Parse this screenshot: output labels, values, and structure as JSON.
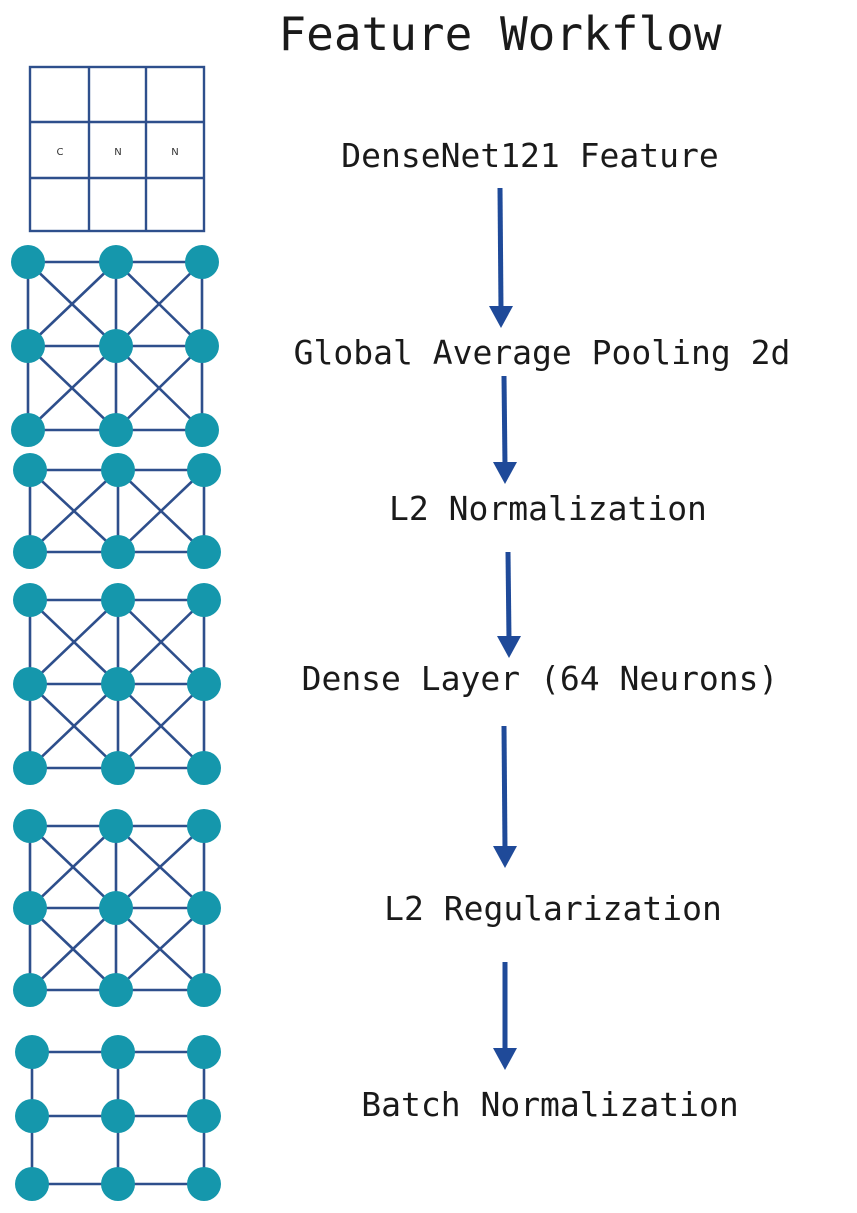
{
  "title": "Feature Workflow",
  "grid_cells": [
    "C",
    "N",
    "N"
  ],
  "steps": [
    "DenseNet121 Feature",
    "Global Average Pooling 2d",
    "L2 Normalization",
    "Dense Layer (64 Neurons)",
    "L2 Regularization",
    "Batch Normalization"
  ],
  "colors": {
    "node": "#1597ac",
    "edge": "#2e4f8c",
    "arrow": "#1f4a99",
    "text": "#1a1a1a"
  }
}
